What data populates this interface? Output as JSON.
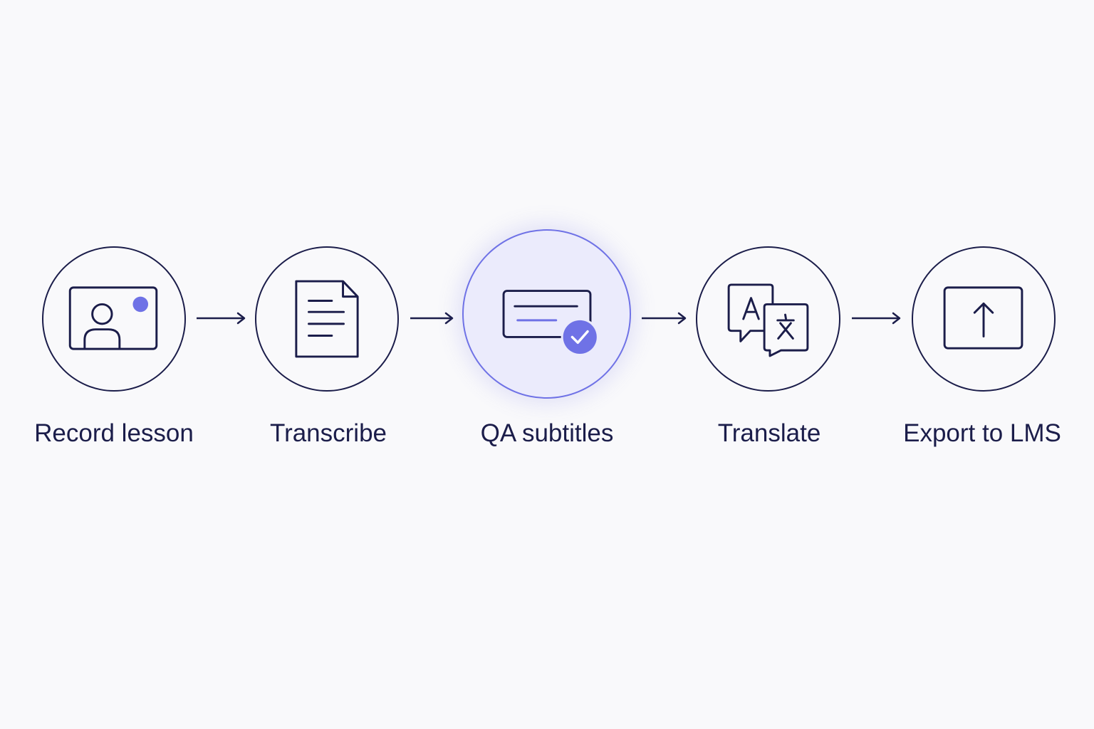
{
  "steps": [
    {
      "label": "Record lesson",
      "icon": "video-person-icon",
      "active": false
    },
    {
      "label": "Transcribe",
      "icon": "document-icon",
      "active": false
    },
    {
      "label": "QA subtitles",
      "icon": "subtitles-check-icon",
      "active": true
    },
    {
      "label": "Translate",
      "icon": "translate-icon",
      "active": false
    },
    {
      "label": "Export to LMS",
      "icon": "upload-icon",
      "active": false
    }
  ],
  "colors": {
    "stroke": "#1b1d4a",
    "accent": "#6f72e6",
    "active_fill": "#ebebfc",
    "background": "#f9f9fb"
  }
}
